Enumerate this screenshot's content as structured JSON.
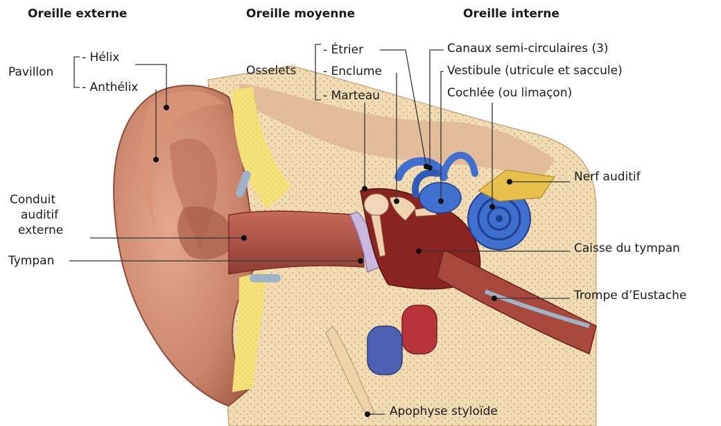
{
  "headers": {
    "outer": "Oreille externe",
    "middle": "Oreille moyenne",
    "inner": "Oreille interne"
  },
  "labels": {
    "pavillon": "Pavillon",
    "helix": "- Hélix",
    "anthelix": "- Anthélix",
    "conduit_line1": "Conduit",
    "conduit_line2": "auditif",
    "conduit_line3": "externe",
    "tympan": "Tympan",
    "osselets": "Osselets",
    "etrier": "- Étrier",
    "enclume": "- Enclume",
    "marteau": "- Marteau",
    "canaux": "Canaux semi-circulaires (3)",
    "vestibule": "Vestibule (utricule et saccule)",
    "cochlee": "Cochlée (ou limaçon)",
    "nerf": "Nerf auditif",
    "caisse": "Caisse du tympan",
    "trompe": "Trompe d’Eustache",
    "apophyse": "Apophyse styloïde"
  },
  "colors": {
    "skin": "#c9856a",
    "skin_dark": "#9c4e3a",
    "bone": "#f1dcb4",
    "cartilage_yellow": "#f5e27a",
    "canal": "#b8574a",
    "cavity": "#8a2420",
    "inner_ear_blue": "#3f6fcf",
    "vein_blue": "#4c5fb0",
    "eardrum": "#c9b8e0",
    "leader_line": "#333333"
  }
}
